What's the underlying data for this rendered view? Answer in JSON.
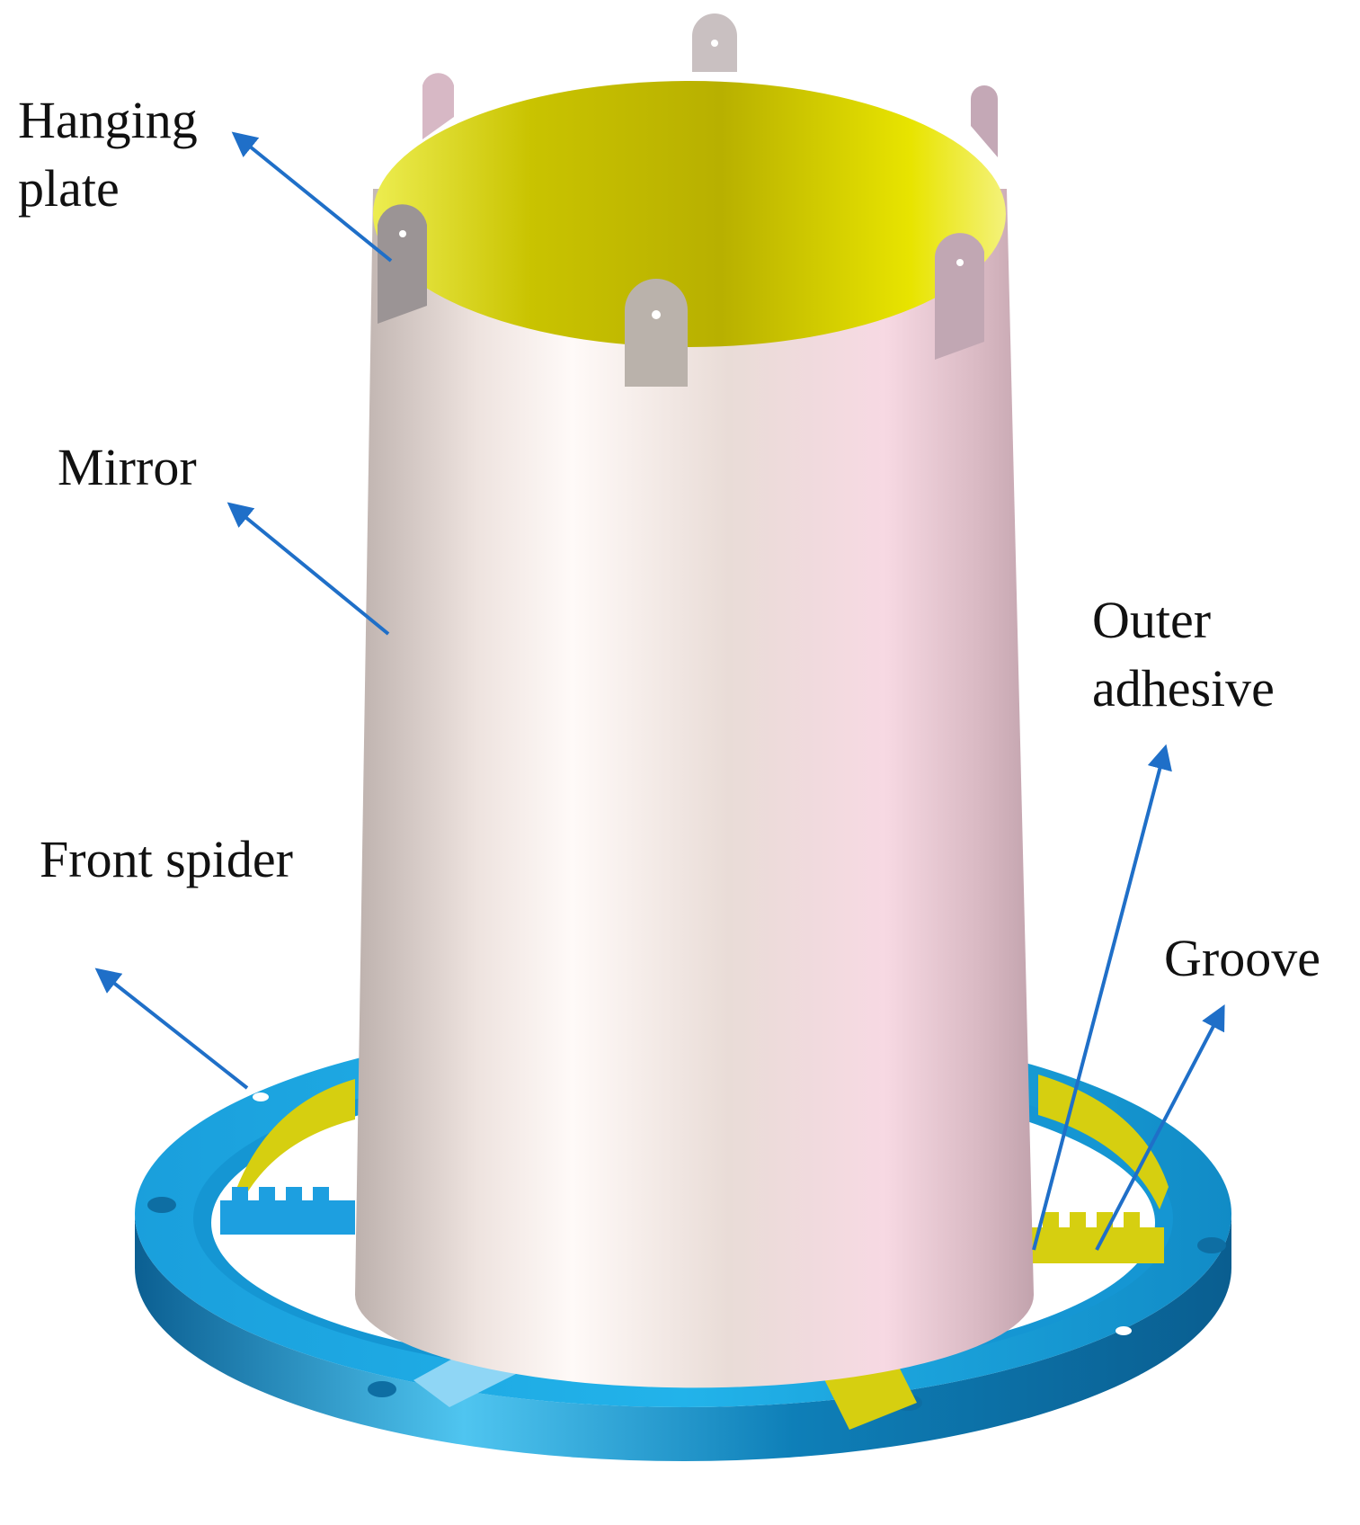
{
  "labels": {
    "hanging_plate_line1": "Hanging",
    "hanging_plate_line2": "plate",
    "mirror": "Mirror",
    "outer_adhesive_line1": "Outer",
    "outer_adhesive_line2": "adhesive",
    "front_spider": "Front spider",
    "groove": "Groove"
  },
  "colors": {
    "arrow": "#1f6fc8",
    "ring_blue": "#19a6e0",
    "ring_dark": "#0b6fa6",
    "mirror_light": "#f6ece8",
    "mirror_pink": "#f2d6df",
    "mirror_inner_yellow": "#d8d400",
    "tab": "#b9aeb0",
    "adhesive_yellow": "#d6cf10"
  }
}
